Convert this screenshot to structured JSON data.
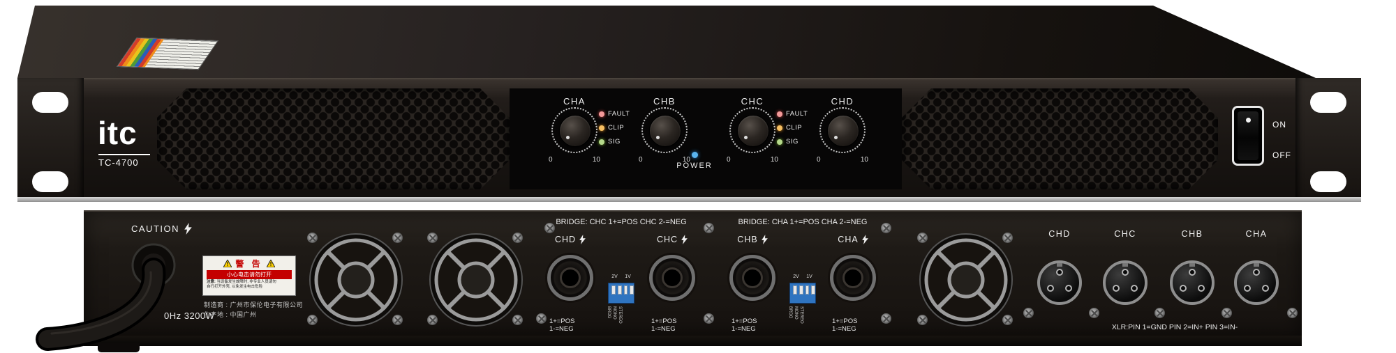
{
  "front_panel": {
    "brand": "itc",
    "model": "TC-4700",
    "channels": [
      {
        "label": "CHA"
      },
      {
        "label": "CHB"
      },
      {
        "label": "CHC"
      },
      {
        "label": "CHD"
      }
    ],
    "knob_scale": {
      "min": "0",
      "max": "10"
    },
    "led_labels": {
      "fault": "FAULT",
      "clip": "CLIP",
      "sig": "SIG"
    },
    "power_label": "POWER",
    "power_switch": {
      "on_label": "ON",
      "off_label": "OFF"
    },
    "colors": {
      "fault_led": "#f49a9a",
      "clip_led": "#f6bf62",
      "sig_led": "#b5d98b",
      "power_led": "#5ab4f0",
      "chassis": "#1c1815"
    }
  },
  "rear_panel": {
    "caution_label": "CAUTION",
    "power_rating": "0Hz 3200W",
    "warning_sticker": {
      "title": "警 告",
      "subtitle": "小心电击请勿打开",
      "note_prefix": "注意:",
      "note_line1": "当设备发生故障时, 非专业人员请勿",
      "note_line2": "自行打开外壳, 以免发生电击危险"
    },
    "manufacturer_line1": "制造商 : 广州市保伦电子有限公司",
    "manufacturer_line2": "生产地 : 中国广州",
    "speakon_groups": [
      {
        "bridge_label": "BRIDGE: CHC 1+=POS  CHC 2-=NEG",
        "connectors": [
          {
            "name": "CHD",
            "pin_line1": "1+=POS",
            "pin_line2": "1-=NEG"
          },
          {
            "name": "CHC",
            "pin_line1": "1+=POS",
            "pin_line2": "1-=NEG"
          }
        ],
        "dip_labels": {
          "v2": "2V",
          "v1": "1V",
          "brdg": "BRDG",
          "mono": "MONO",
          "stereo": "STEREO"
        }
      },
      {
        "bridge_label": "BRIDGE: CHA 1+=POS  CHA 2-=NEG",
        "connectors": [
          {
            "name": "CHB",
            "pin_line1": "1+=POS",
            "pin_line2": "1-=NEG"
          },
          {
            "name": "CHA",
            "pin_line1": "1+=POS",
            "pin_line2": "1-=NEG"
          }
        ],
        "dip_labels": {
          "v2": "2V",
          "v1": "1V",
          "brdg": "BRDG",
          "mono": "MONO",
          "stereo": "STEREO"
        }
      }
    ],
    "xlr_section": {
      "labels": [
        {
          "name": "CHD"
        },
        {
          "name": "CHC"
        },
        {
          "name": "CHB"
        },
        {
          "name": "CHA"
        }
      ],
      "note": "XLR:PIN 1=GND PIN 2=IN+ PIN 3=IN-"
    }
  }
}
